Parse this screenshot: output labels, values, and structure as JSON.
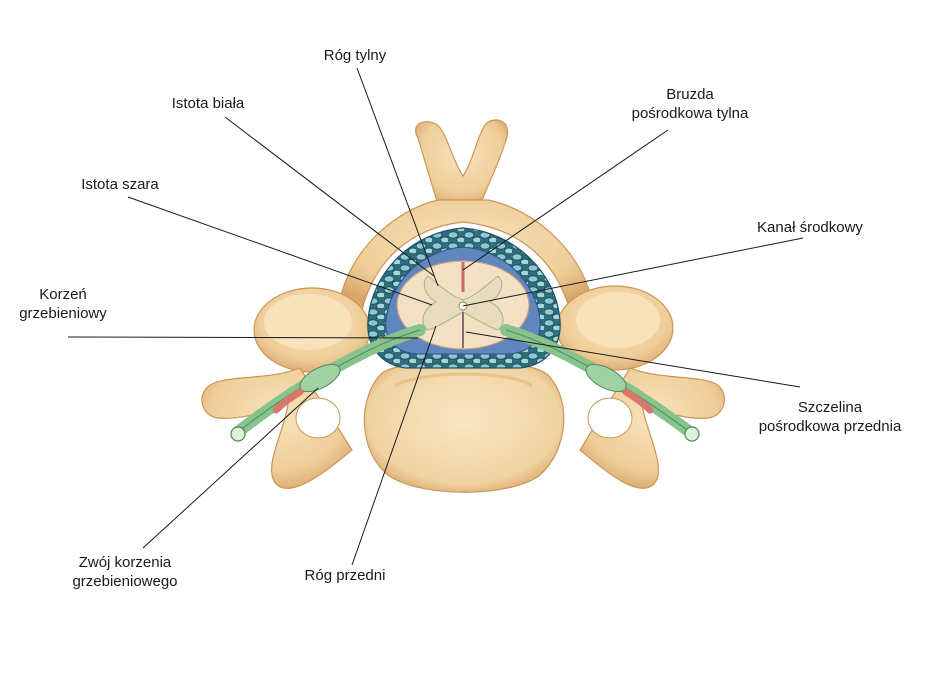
{
  "labels": {
    "rog_tylny": [
      "Róg tylny"
    ],
    "istota_biala": [
      "Istota biała"
    ],
    "bruzda": [
      "Bruzda",
      "pośrodkowa tylna"
    ],
    "istota_szara": [
      "Istota szara"
    ],
    "kanal": [
      "Kanał środkowy"
    ],
    "korzen": [
      "Korzeń",
      "grzebieniowy"
    ],
    "szczelina": [
      "Szczelina",
      "pośrodkowa przednia"
    ],
    "zwoj": [
      "Zwój korzenia",
      "grzebieniowego"
    ],
    "rog_przedni": [
      "Róg przedni"
    ]
  },
  "colors": {
    "bone": "#f2d4a4",
    "bone_shade": "#d9a96a",
    "bone_dark": "#b98448",
    "meninges_blue": "#5d83b8",
    "fat_green": "#5aa48c",
    "cord": "#f4e2c8",
    "gray_matter": "#e9ddc0",
    "nerve_green": "#8cc690",
    "nerve_red": "#d9776b",
    "leader": "#1a1a1a"
  }
}
